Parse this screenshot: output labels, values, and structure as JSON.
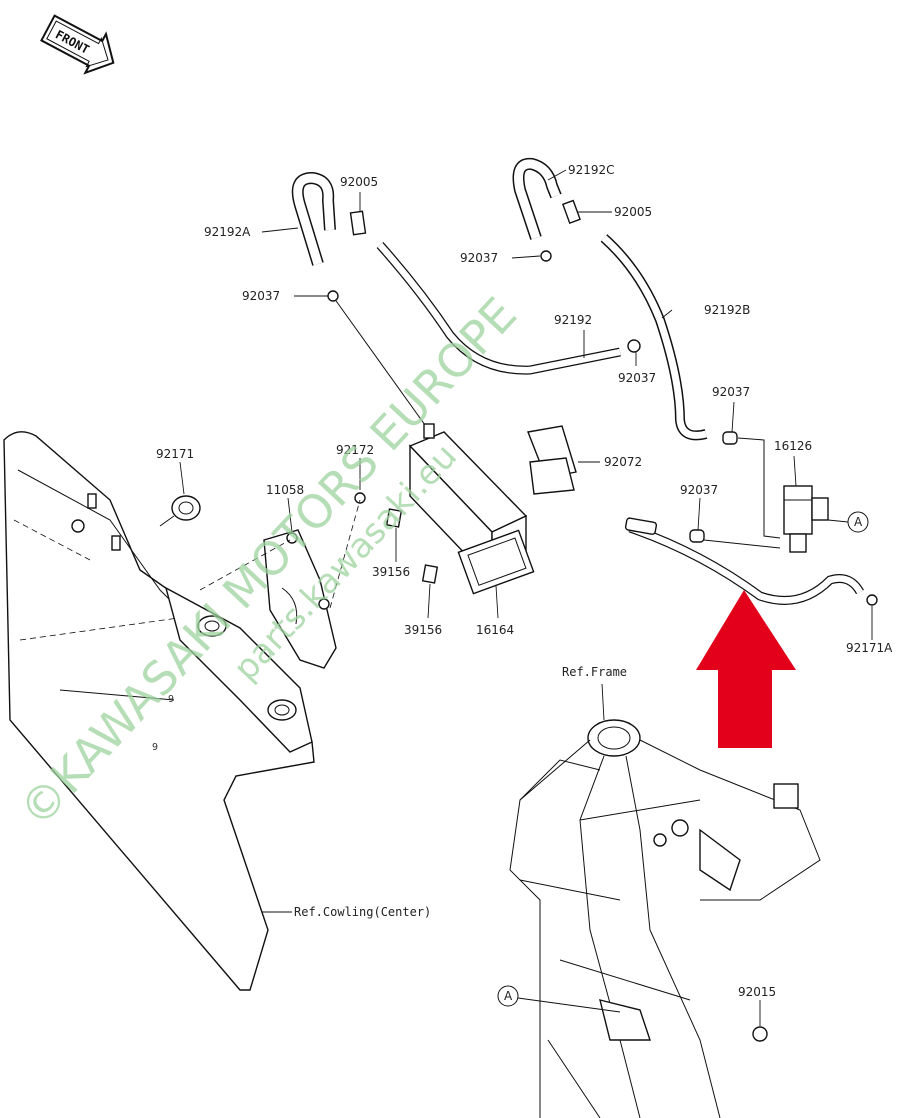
{
  "front_badge": "FRONT",
  "watermark": {
    "line1": "©KAWASAKI MOTORS EUROPE",
    "line2": "parts.kawasaki.eu"
  },
  "part_labels": {
    "hose_92192A": "92192A",
    "fitting_92005_left": "92005",
    "clamp_92037_left": "92037",
    "hose_92192C": "92192C",
    "fitting_92005_right": "92005",
    "clamp_92037_top": "92037",
    "hose_92192": "92192",
    "clamp_92037_mid": "92037",
    "hose_92192B": "92192B",
    "clamp_92037_valve": "92037",
    "valve_16126": "16126",
    "bracket_92072": "92072",
    "clamp_92037_lower": "92037",
    "cap_92171": "92171",
    "bolt_92172": "92172",
    "bracket_11058": "11058",
    "pad_39156_a": "39156",
    "pad_39156_b": "39156",
    "canister_16164": "16164",
    "clip_92171A": "92171A",
    "nut_92015": "92015"
  },
  "refs": {
    "frame": "Ref.Frame",
    "cowling": "Ref.Cowling(Center)"
  },
  "callouts": {
    "a_upper": "A",
    "a_lower": "A"
  },
  "colors": {
    "arrow": "#e3001b",
    "watermark": "#9ed39e",
    "line": "#111111"
  },
  "icons": {
    "direction": "front-arrow-icon",
    "indicator": "red-up-arrow-icon"
  }
}
